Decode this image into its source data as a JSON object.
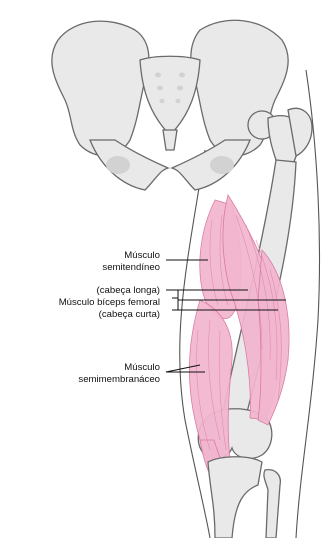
{
  "labels": {
    "semitendinoso_line1": "Músculo",
    "semitendinoso_line2": "semitendíneo",
    "biceps_long": "(cabeça longa)",
    "biceps_main": "Músculo bíceps femoral",
    "biceps_short": "(cabeça curta)",
    "semimembranoso_line1": "Músculo",
    "semimembranoso_line2": "semimembranáceo"
  },
  "colors": {
    "muscle": "#f2b6cf",
    "muscle_fibers": "#de7fa6",
    "bone": "#e9e9e9",
    "bone_outline": "#6a6a6a"
  }
}
